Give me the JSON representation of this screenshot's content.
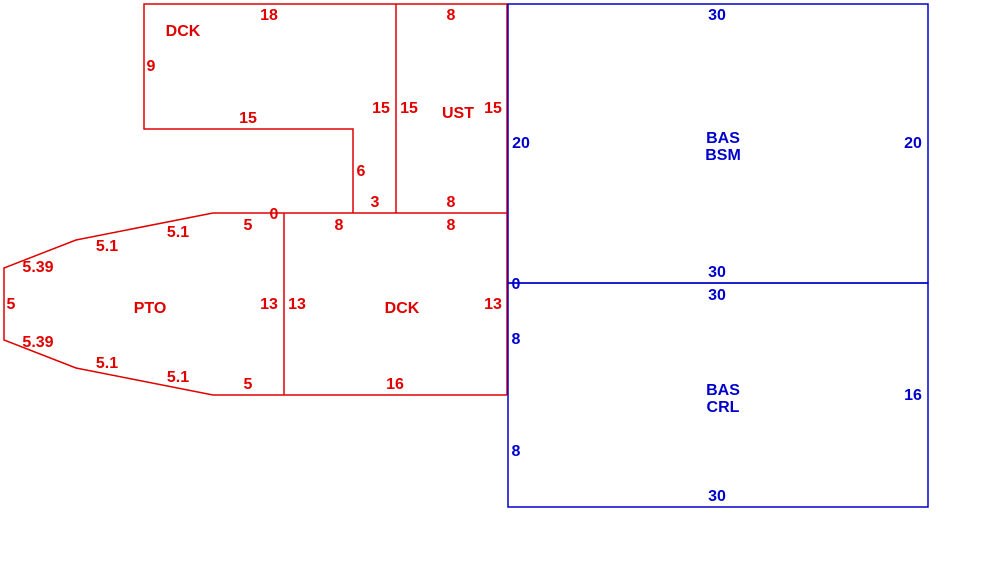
{
  "colors": {
    "red": "#e00000",
    "blue": "#0000cc"
  },
  "areas": {
    "dck_upper": {
      "label": "DCK",
      "color": "red"
    },
    "ust": {
      "label": "UST",
      "color": "red"
    },
    "pto": {
      "label": "PTO",
      "color": "red"
    },
    "dck_lower": {
      "label": "DCK",
      "color": "red"
    },
    "bas_bsm": {
      "line1": "BAS",
      "line2": "BSM",
      "color": "blue"
    },
    "bas_crl": {
      "line1": "BAS",
      "line2": "CRL",
      "color": "blue"
    }
  },
  "dimensions": {
    "dck_upper_top": "18",
    "dck_upper_left": "9",
    "dck_upper_bottom": "15",
    "dck_upper_step": "6",
    "dck_upper_base": "3",
    "dck_upper_right": "15",
    "ust_top": "8",
    "ust_left": "15",
    "ust_right": "15",
    "ust_bottom": "8",
    "zero_red": "0",
    "pto_top_right": "5",
    "pto_top_mid": "5.1",
    "pto_top_left": "5.1",
    "pto_upper_bevel": "5.39",
    "pto_left": "5",
    "pto_lower_bevel": "5.39",
    "pto_bottom_left": "5.1",
    "pto_bottom_mid": "5.1",
    "pto_bottom_right": "5",
    "pto_right": "13",
    "dck_lower_left": "13",
    "dck_lower_top_left": "8",
    "dck_lower_top_right": "8",
    "dck_lower_right": "13",
    "dck_lower_bottom": "16",
    "bsm_top": "30",
    "bsm_left": "20",
    "bsm_right": "20",
    "bsm_bottom": "30",
    "zero_blue": "0",
    "crl_top": "30",
    "crl_left_upper": "8",
    "crl_left_lower": "8",
    "crl_right": "16",
    "crl_bottom": "30"
  }
}
